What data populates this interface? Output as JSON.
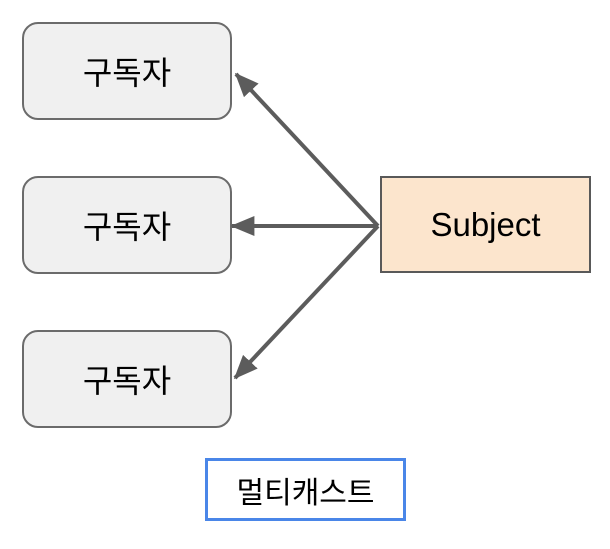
{
  "diagram": {
    "subscriber_boxes": [
      {
        "label": "구독자"
      },
      {
        "label": "구독자"
      },
      {
        "label": "구독자"
      }
    ],
    "subject_box": {
      "label": "Subject"
    },
    "caption_box": {
      "label": "멀티캐스트"
    },
    "colors": {
      "background": "#ffffff",
      "subscriber_fill": "#f0f0f0",
      "subscriber_border": "#6b6b6b",
      "subject_fill": "#fce5cd",
      "subject_border": "#595959",
      "arrow": "#5c5c5c",
      "caption_border": "#4a86e8",
      "text": "#000000"
    }
  }
}
